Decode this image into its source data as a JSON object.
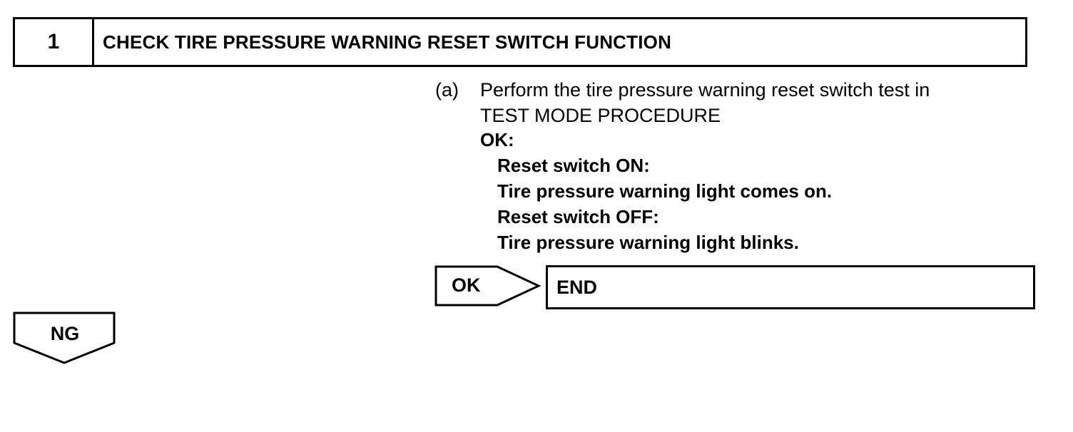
{
  "step": {
    "number": "1",
    "title": "CHECK TIRE PRESSURE WARNING RESET SWITCH FUNCTION"
  },
  "instruction": {
    "label": "(a)",
    "text_line1": "Perform the tire pressure warning reset switch test in",
    "text_line2": "TEST MODE PROCEDURE"
  },
  "criteria": {
    "ok_label": "OK:",
    "lines": [
      "Reset switch ON:",
      "Tire pressure warning light comes on.",
      "Reset switch OFF:",
      "Tire pressure warning light blinks."
    ]
  },
  "result_ok": {
    "label": "OK",
    "target": "END"
  },
  "result_ng": {
    "label": "NG"
  }
}
